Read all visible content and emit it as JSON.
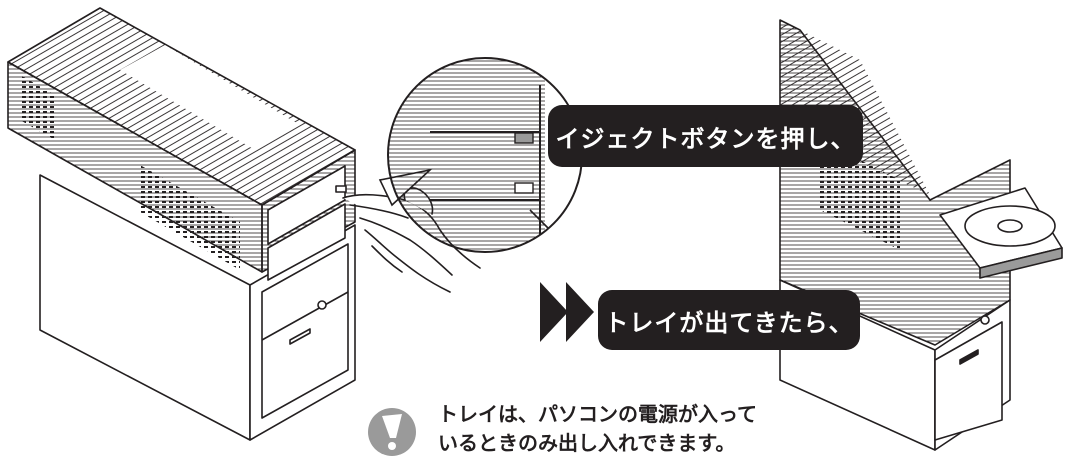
{
  "callouts": {
    "eject": "イジェクトボタンを押し、",
    "tray_out": "トレイが出てきたら、"
  },
  "note": {
    "icon": "caution-exclamation-icon",
    "line1": "トレイは、パソコンの電源が入って",
    "line2": "いるときのみ出し入れできます。"
  },
  "colors": {
    "ink": "#231f20",
    "callout_bg": "#231f20",
    "callout_text": "#ffffff",
    "note_icon": "#9a9a9a"
  }
}
